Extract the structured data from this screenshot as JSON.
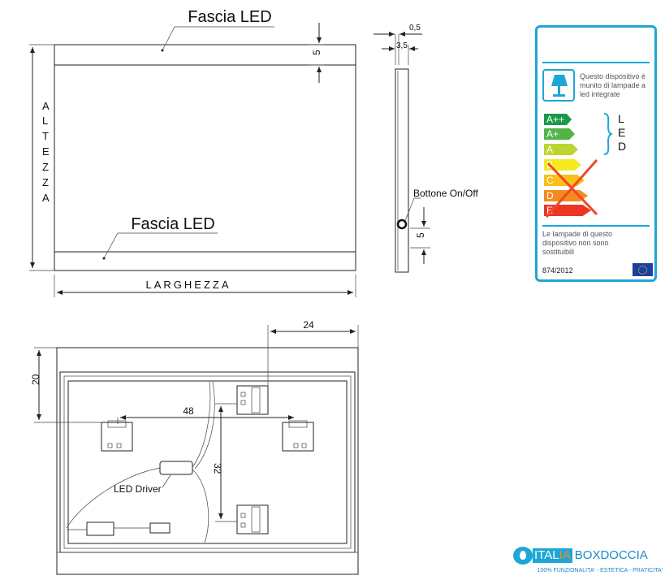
{
  "front_view": {
    "top_band_label": "Fascia LED",
    "bottom_band_label": "Fascia LED",
    "height_label": [
      "A",
      "L",
      "T",
      "E",
      "Z",
      "Z",
      "A"
    ],
    "width_label": "LARGHEZZA",
    "band_dim": "5"
  },
  "side_view": {
    "dim_thin": "0,5",
    "dim_depth": "3,5",
    "button_label": "Bottone On/Off",
    "band_dim": "5"
  },
  "rear_view": {
    "dim_top_right": "24",
    "dim_top_left": "20",
    "dim_horizontal": "48",
    "dim_vertical": "32",
    "driver_label": "LED Driver"
  },
  "energy_label": {
    "border_color": "#1ea6d6",
    "lamp_text": "Questo dispositivo è munito di lampade a led integrate",
    "classes": [
      {
        "label": "A++",
        "color": "#1a9a48"
      },
      {
        "label": "A+",
        "color": "#52b447"
      },
      {
        "label": "A",
        "color": "#bdd531"
      },
      {
        "label": "B",
        "color": "#f4ea1f"
      },
      {
        "label": "C",
        "color": "#fbbf1a"
      },
      {
        "label": "D",
        "color": "#f58a20"
      },
      {
        "label": "E",
        "color": "#ec3624"
      }
    ],
    "led_letters": [
      "L",
      "E",
      "D"
    ],
    "footer_text": "Le lampade di questo dispositivo non sono sostituibili",
    "regulation": "874/2012"
  },
  "logo": {
    "part1": "ITAL",
    "part2": "IA",
    "part3": "BOXDOCCIA",
    "tagline": "100% FUNZIONALITA' - ESTETICA - PRATICITA'"
  }
}
